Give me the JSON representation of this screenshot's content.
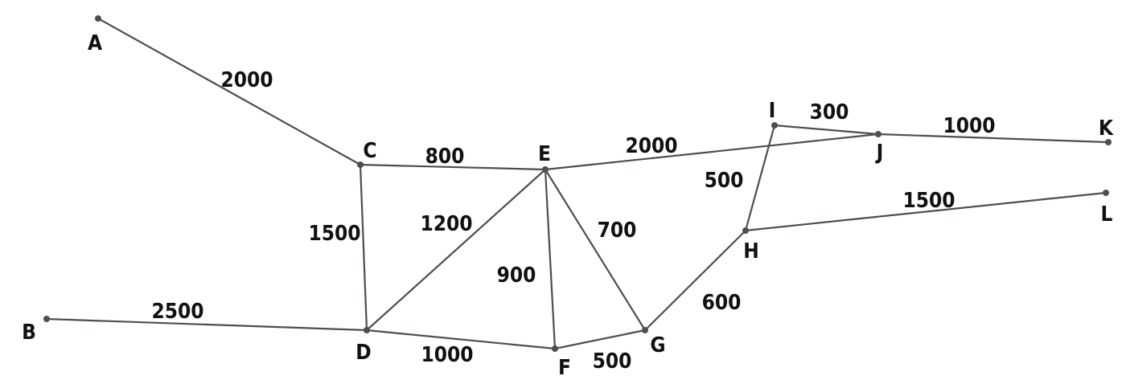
{
  "nodes": [
    {
      "id": "A",
      "label": "A"
    },
    {
      "id": "B",
      "label": "B"
    },
    {
      "id": "C",
      "label": "C"
    },
    {
      "id": "D",
      "label": "D"
    },
    {
      "id": "E",
      "label": "E"
    },
    {
      "id": "F",
      "label": "F"
    },
    {
      "id": "G",
      "label": "G"
    },
    {
      "id": "H",
      "label": "H"
    },
    {
      "id": "I",
      "label": "I"
    },
    {
      "id": "J",
      "label": "J"
    },
    {
      "id": "K",
      "label": "K"
    },
    {
      "id": "L",
      "label": "L"
    }
  ],
  "edges": [
    {
      "from": "A",
      "to": "C",
      "label": "2000"
    },
    {
      "from": "C",
      "to": "E",
      "label": "800"
    },
    {
      "from": "C",
      "to": "D",
      "label": "1500"
    },
    {
      "from": "B",
      "to": "D",
      "label": "2500"
    },
    {
      "from": "D",
      "to": "E",
      "label": "1200"
    },
    {
      "from": "D",
      "to": "F",
      "label": "1000"
    },
    {
      "from": "E",
      "to": "F",
      "label": "900"
    },
    {
      "from": "E",
      "to": "G",
      "label": "700"
    },
    {
      "from": "F",
      "to": "G",
      "label": "500"
    },
    {
      "from": "E",
      "to": "J",
      "label": "2000"
    },
    {
      "from": "G",
      "to": "H",
      "label": "600"
    },
    {
      "from": "H",
      "to": "I",
      "label": "500"
    },
    {
      "from": "I",
      "to": "J",
      "label": "300"
    },
    {
      "from": "J",
      "to": "K",
      "label": "1000"
    },
    {
      "from": "H",
      "to": "L",
      "label": "1500"
    }
  ]
}
